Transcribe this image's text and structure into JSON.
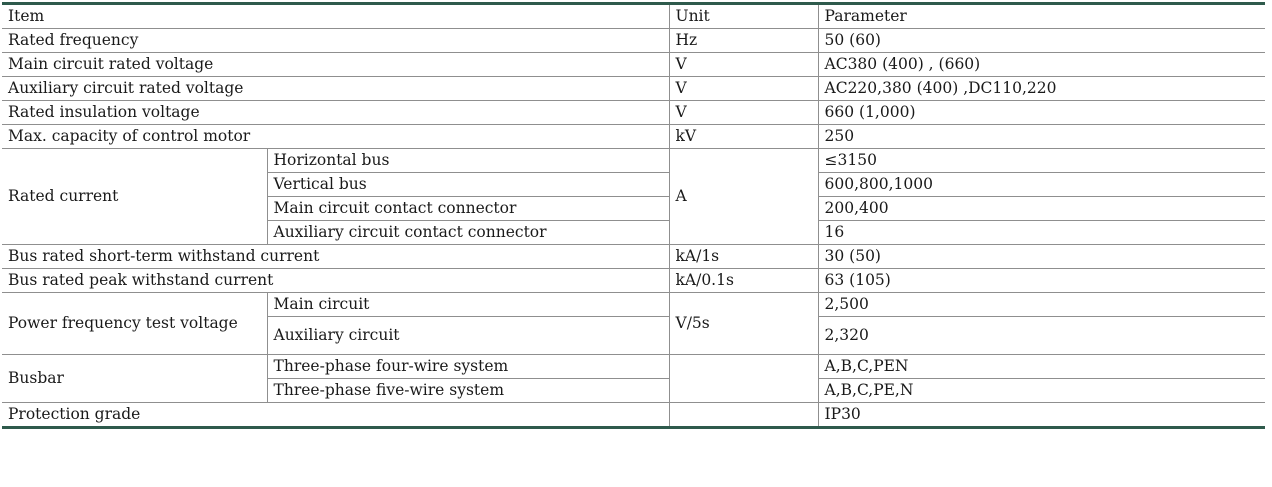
{
  "table": {
    "headers": {
      "item": "Item",
      "unit": "Unit",
      "parameter": "Parameter"
    },
    "rows": [
      {
        "item": "Rated frequency",
        "unit": "Hz",
        "value": "50 (60)"
      },
      {
        "item": "Main circuit rated voltage",
        "unit": "V",
        "value": "AC380 (400) , (660)"
      },
      {
        "item": "Auxiliary circuit rated voltage",
        "unit": "V",
        "value": "AC220,380 (400) ,DC110,220"
      },
      {
        "item": "Rated insulation voltage",
        "unit": "V",
        "value": "660 (1,000)"
      },
      {
        "item": "Max. capacity of control motor",
        "unit": "kV",
        "value": "250"
      }
    ],
    "rated_current": {
      "item": "Rated current",
      "unit": "A",
      "subs": [
        {
          "label": "Horizontal bus",
          "value": "≤3150"
        },
        {
          "label": "Vertical bus",
          "value": "600,800,1000"
        },
        {
          "label": "Main circuit contact connector",
          "value": "200,400"
        },
        {
          "label": "Auxiliary circuit contact connector",
          "value": "16"
        }
      ]
    },
    "rows2": [
      {
        "item": "Bus rated short-term withstand current",
        "unit": "kA/1s",
        "value": "30 (50)"
      },
      {
        "item": "Bus rated peak withstand current",
        "unit": "kA/0.1s",
        "value": "63 (105)"
      }
    ],
    "power_test": {
      "item": "Power frequency test voltage",
      "unit": "V/5s",
      "subs": [
        {
          "label": "Main circuit",
          "value": "2,500"
        },
        {
          "label": "Auxiliary circuit",
          "value": "2,320"
        }
      ]
    },
    "busbar": {
      "item": "Busbar",
      "unit": "",
      "subs": [
        {
          "label": "Three-phase four-wire system",
          "value": "A,B,C,PEN"
        },
        {
          "label": "Three-phase five-wire system",
          "value": "A,B,C,PE,N"
        }
      ]
    },
    "protection": {
      "item": "Protection grade",
      "unit": "",
      "value": "IP30"
    }
  }
}
